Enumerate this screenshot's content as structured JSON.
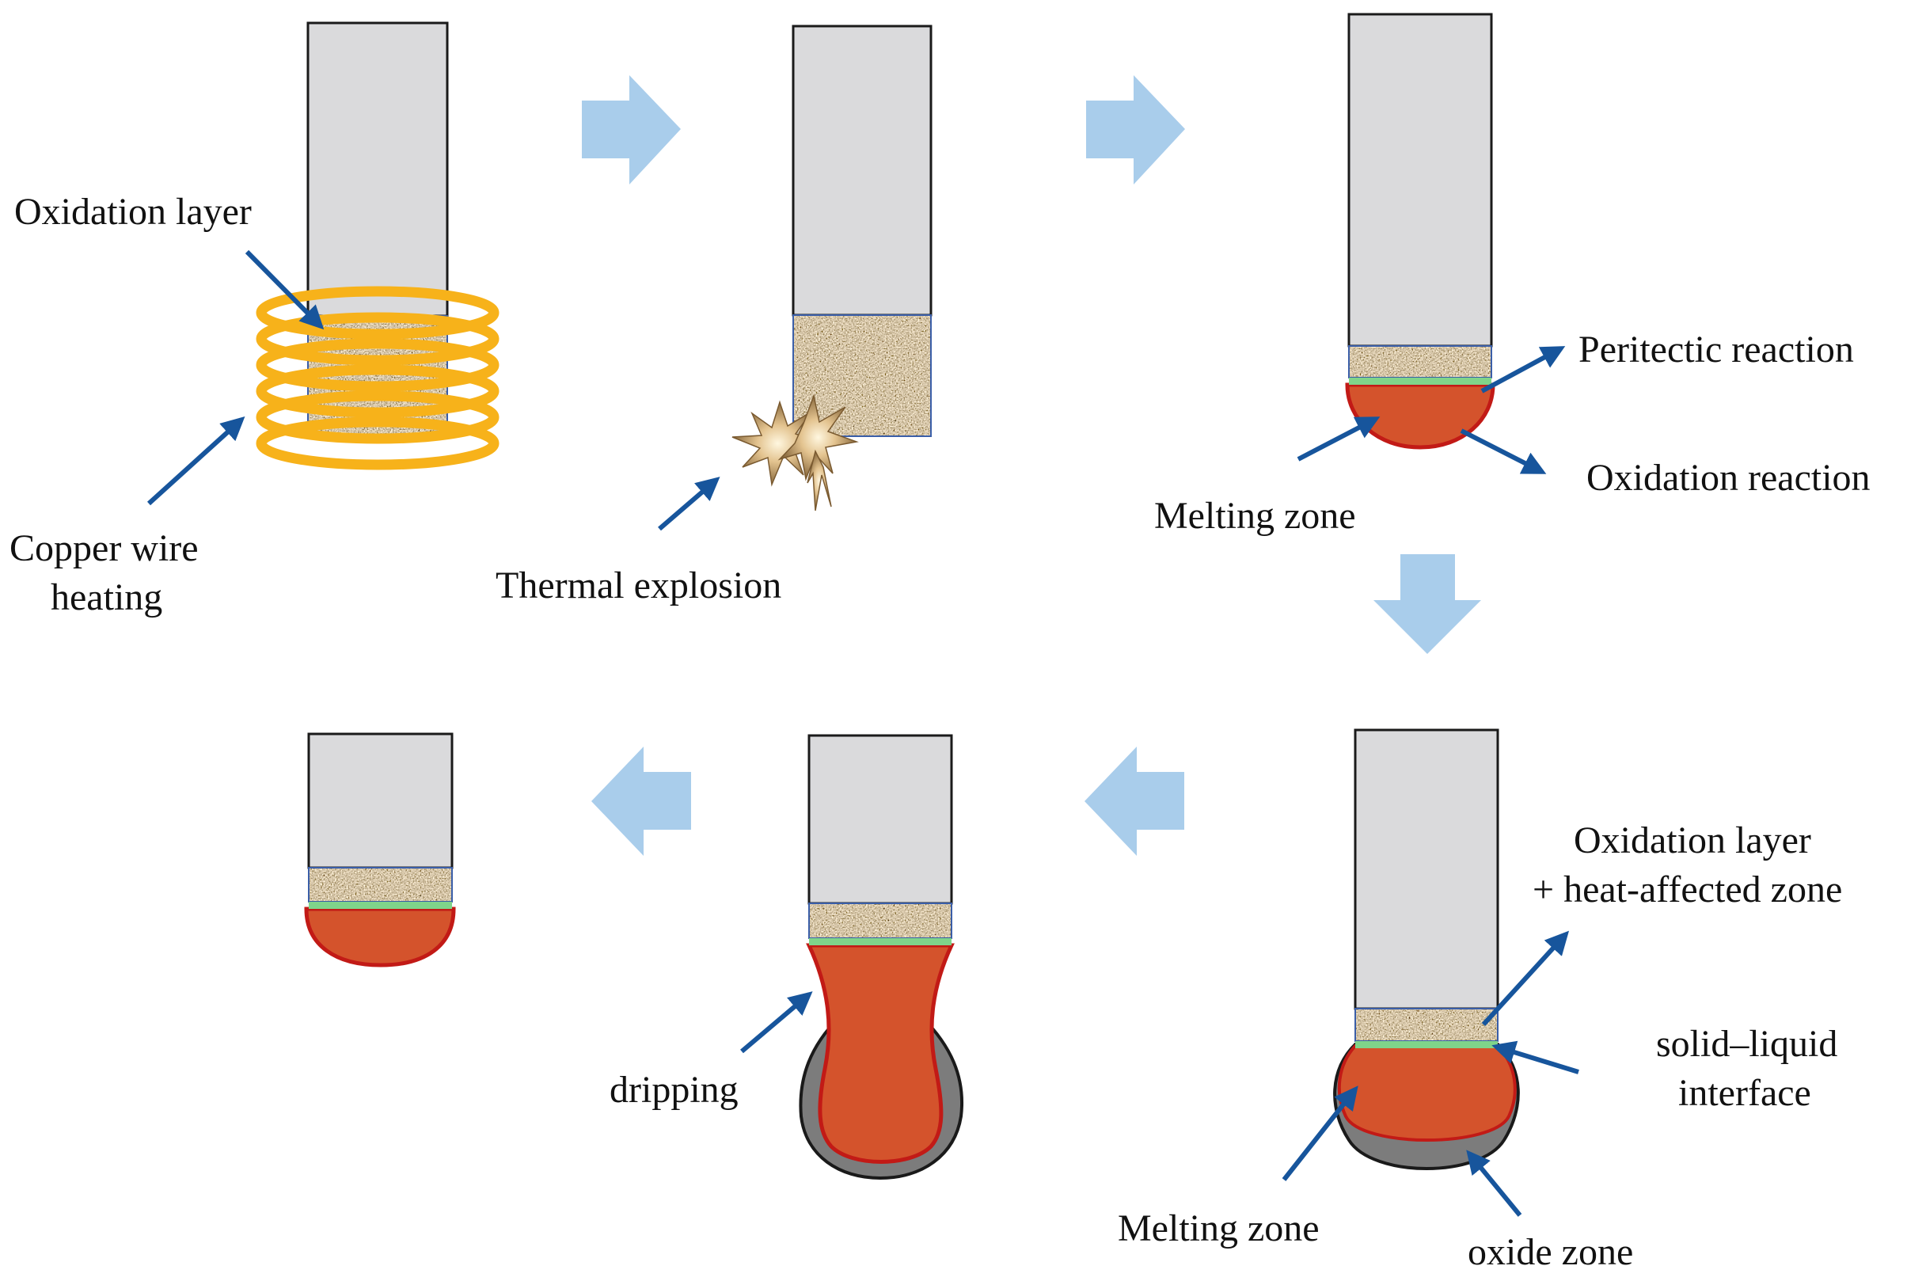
{
  "labels": {
    "oxidation_layer": "Oxidation layer",
    "copper_wire_1": "Copper wire",
    "copper_wire_2": "heating",
    "thermal_explosion": "Thermal explosion",
    "peritectic_reaction": "Peritectic reaction",
    "oxidation_reaction": "Oxidation reaction",
    "melting_zone_top": "Melting zone",
    "oxidation_haz_1": "Oxidation layer",
    "oxidation_haz_2": "+ heat-affected zone",
    "solid_liquid_1": "solid–liquid",
    "solid_liquid_2": "interface",
    "melting_zone_bottom": "Melting zone",
    "oxide_zone": "oxide zone",
    "dripping": "dripping"
  },
  "colors": {
    "rod": "#dadadc",
    "rod_stroke": "#1a1a1a",
    "layer_base": "#a9a198",
    "layer_stroke": "#3a5ea8",
    "melt": "#d4532c",
    "melt_stroke": "#c21a16",
    "interface": "#7fd48a",
    "oxide": "#7c7c7c",
    "process_arrow": "#a9cdeb",
    "pointer_arrow": "#17559c",
    "coil": "#f7b21a",
    "spark": "#d8b47e"
  },
  "icons": {
    "process_arrow": "block-arrow-icon",
    "pointer": "arrow-icon",
    "explosion": "spark-burst-icon",
    "coil": "copper-coil-icon"
  }
}
